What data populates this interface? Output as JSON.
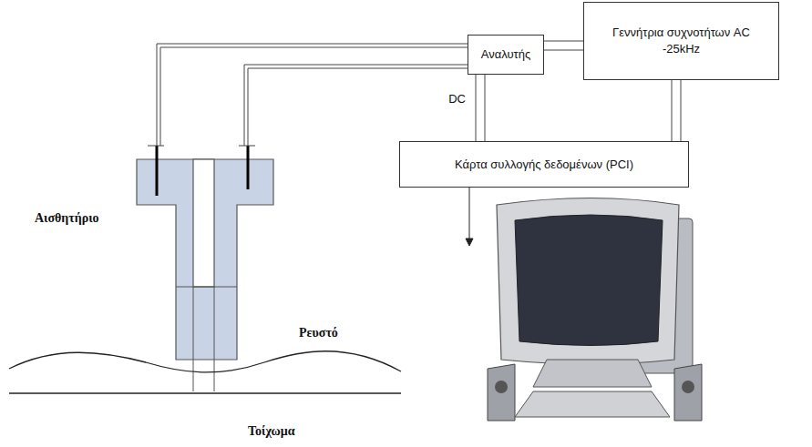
{
  "diagram": {
    "nodes": [
      {
        "text": [
          "Αναλυτής"
        ]
      },
      {
        "text": [
          "Γεννήτρια συχνοτήτων AC -25kHz"
        ]
      },
      {
        "text": [
          "Κάρτα συλλογής δεδομένων (PCI)"
        ]
      }
    ],
    "edges": [
      {
        "from": 0,
        "to": 1,
        "arrow": "none"
      },
      {
        "from": 0,
        "to": 2,
        "arrow": "none",
        "label": "DC"
      },
      {
        "from": 1,
        "to": 2,
        "arrow": "none"
      }
    ],
    "labels": [
      "Αισθητήριο",
      "Ρευστό",
      "Τοίχωμα"
    ]
  }
}
